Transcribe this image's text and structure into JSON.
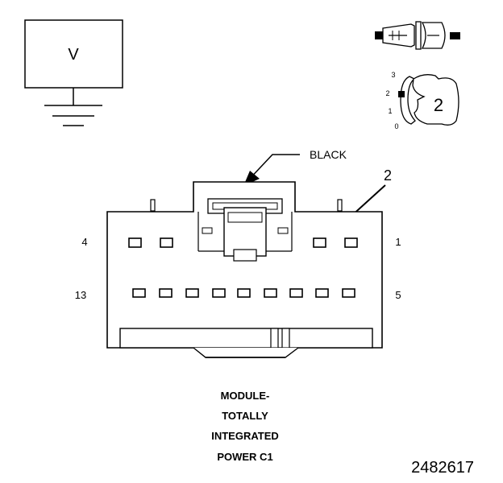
{
  "meter": {
    "label": "V"
  },
  "selector": {
    "positions": [
      "3",
      "2",
      "1",
      "0"
    ],
    "selected": "2"
  },
  "connector": {
    "color_label": "BLACK",
    "callout_label": "2",
    "pin_labels": {
      "top_left": "4",
      "top_right": "1",
      "bottom_left": "13",
      "bottom_right": "5"
    }
  },
  "caption": {
    "lines": [
      "MODULE-",
      "TOTALLY",
      "INTEGRATED",
      "POWER C1"
    ]
  },
  "figure_id": "2482617"
}
